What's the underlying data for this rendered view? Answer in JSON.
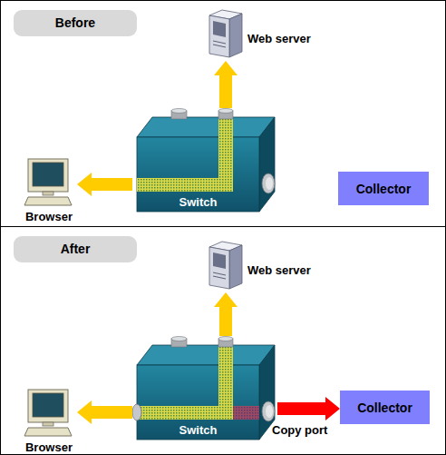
{
  "diagram": {
    "nodes": [
      {
        "text": [
          "Before"
        ]
      },
      {
        "text": [
          "Web server"
        ],
        "in": 0
      },
      {
        "text": [
          "Switch"
        ],
        "in": 0
      },
      {
        "text": [
          "Browser"
        ],
        "in": 0
      },
      {
        "text": [
          "Collector"
        ],
        "in": 0
      },
      {
        "text": [
          "After"
        ]
      },
      {
        "text": [
          "Web server"
        ],
        "in": 5
      },
      {
        "text": [
          "Switch"
        ],
        "in": 5
      },
      {
        "text": [
          "Browser"
        ],
        "in": 5
      },
      {
        "text": [
          "Collector"
        ],
        "in": 5
      }
    ],
    "edges": [
      {
        "from": 2,
        "to": 1,
        "arrow": "to"
      },
      {
        "from": 2,
        "to": 3,
        "arrow": "to"
      },
      {
        "from": 7,
        "to": 6,
        "arrow": "to"
      },
      {
        "from": 7,
        "to": 8,
        "arrow": "to"
      },
      {
        "from": 7,
        "to": 9,
        "arrow": "to"
      }
    ],
    "labels": [
      "Copy port"
    ]
  }
}
